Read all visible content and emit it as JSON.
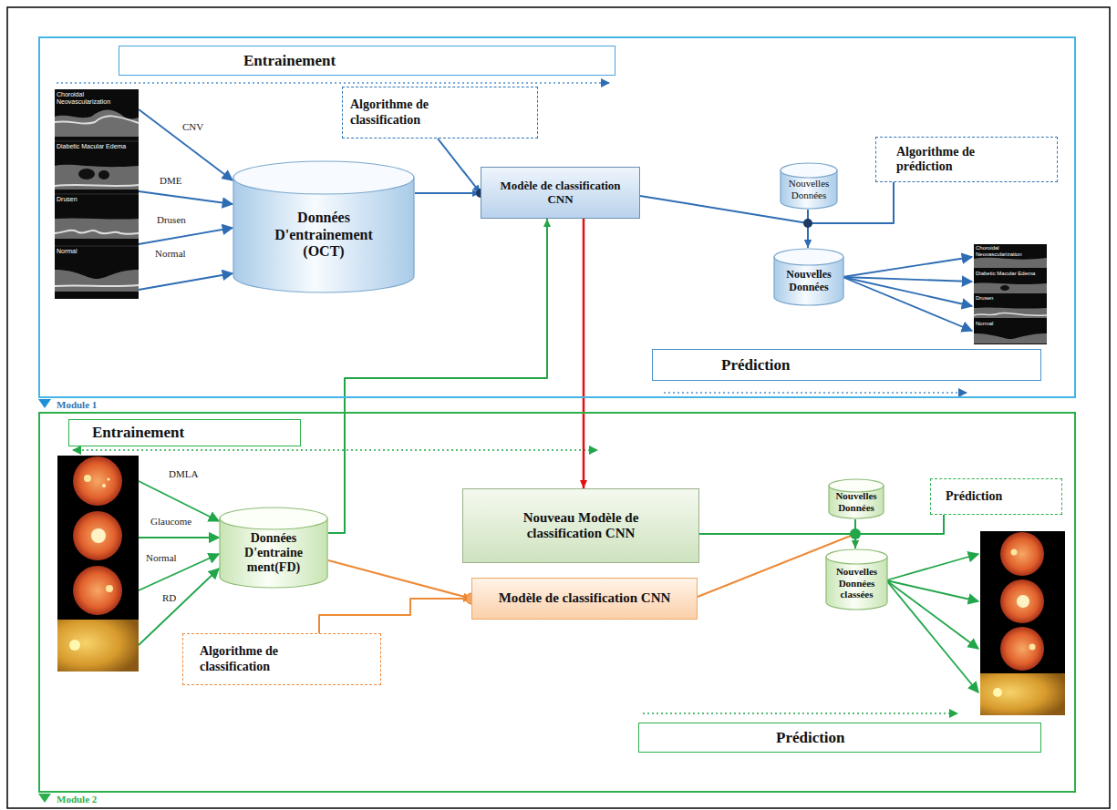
{
  "diagram": {
    "nodes": [
      {
        "text": [
          "Module 1"
        ]
      },
      {
        "text": [
          "Entrainement"
        ],
        "in": 0
      },
      {
        "text": [
          "Données D'entrainement (OCT)"
        ],
        "in": 0
      },
      {
        "text": [
          "Algorithme de classification"
        ],
        "in": 0
      },
      {
        "text": [
          "Modèle de classification CNN"
        ],
        "in": 0
      },
      {
        "text": [
          "Nouvelles Données"
        ],
        "in": 0
      },
      {
        "text": [
          "Algorithme de prédiction"
        ],
        "in": 0
      },
      {
        "text": [
          "Nouvelles Données"
        ],
        "in": 0
      },
      {
        "text": [
          "Prédiction"
        ],
        "in": 0
      },
      {
        "text": [
          "Module 2"
        ]
      },
      {
        "text": [
          "Entrainement"
        ],
        "in": 9
      },
      {
        "text": [
          "Données D'entraine ment(FD)"
        ],
        "in": 9
      },
      {
        "text": [
          "Nouveau Modèle de classification CNN"
        ],
        "in": 9
      },
      {
        "text": [
          "Modèle de classification CNN"
        ],
        "in": 9
      },
      {
        "text": [
          "Algorithme de classification"
        ],
        "in": 9
      },
      {
        "text": [
          "Nouvelles Données"
        ],
        "in": 9
      },
      {
        "text": [
          "Prédiction"
        ],
        "in": 9
      },
      {
        "text": [
          "Nouvelles Données classées"
        ],
        "in": 9
      },
      {
        "text": [
          "Prédiction"
        ],
        "in": 9
      }
    ],
    "edges": [
      {
        "from": 2,
        "to": 4,
        "arrow": "to"
      },
      {
        "from": 3,
        "to": 4,
        "arrow": "to"
      },
      {
        "from": 4,
        "to": 7,
        "arrow": "to"
      },
      {
        "from": 5,
        "to": 7,
        "arrow": "none"
      },
      {
        "from": 6,
        "to": 7,
        "arrow": "to"
      },
      {
        "from": 4,
        "to": 12,
        "arrow": "to"
      },
      {
        "from": 11,
        "to": 4,
        "arrow": "to"
      },
      {
        "from": 11,
        "to": 13,
        "arrow": "to"
      },
      {
        "from": 14,
        "to": 13,
        "arrow": "to"
      },
      {
        "from": 13,
        "to": 17,
        "arrow": "to"
      },
      {
        "from": 12,
        "to": 17,
        "arrow": "none"
      },
      {
        "from": 16,
        "to": 17,
        "arrow": "to"
      },
      {
        "from": 15,
        "to": 17,
        "arrow": "none"
      }
    ],
    "labels": [
      "Choroidal Neovascularization",
      "Diabetic Macular Edema",
      "Drusen",
      "Normal",
      "CNV",
      "DME",
      "Drusen",
      "Normal",
      "Choroidal Neovascularization",
      "Diabetic Macular Edema",
      "Drusen",
      "Normal",
      "DMLA",
      "Glaucome",
      "Normal",
      "RD"
    ]
  }
}
